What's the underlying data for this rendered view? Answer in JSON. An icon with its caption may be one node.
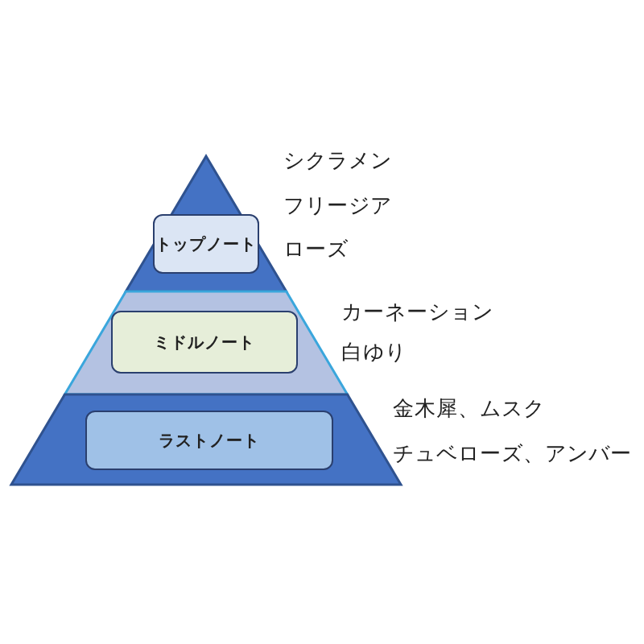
{
  "diagram": {
    "nodes": [
      {
        "text": [
          "トップノート"
        ],
        "beside": [
          "シクラメン",
          "フリージア",
          "ローズ"
        ]
      },
      {
        "text": [
          "ミドルノート"
        ],
        "beside": [
          "カーネーション",
          "白ゆり"
        ]
      },
      {
        "text": [
          "ラストノート"
        ],
        "beside": [
          "金木犀、ムスク",
          "チュベローズ、アンバー"
        ]
      }
    ]
  }
}
